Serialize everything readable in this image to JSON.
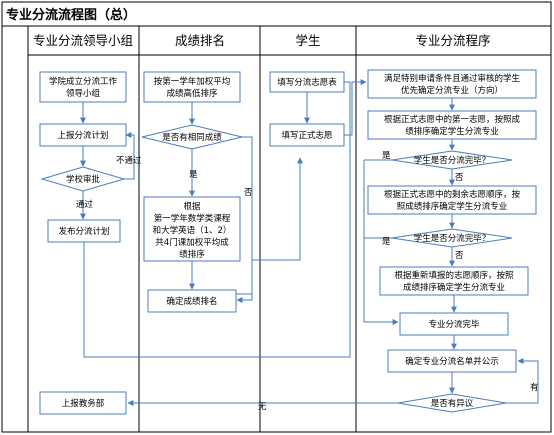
{
  "title": "专业分流流程图（总）",
  "lanes": [
    "专业分流领导小组",
    "成绩排名",
    "学生",
    "专业分流程序"
  ],
  "nodes": {
    "leader_group": [
      "学院成立分流工作",
      "领导小组"
    ],
    "submit_plan": "上报分流计划",
    "school_approve": "学校审批",
    "publish_plan": "发布分流计划",
    "report_office": "上报教务部",
    "rank_by_gpa": [
      "按第一学年加权平均",
      "成绩高低排序"
    ],
    "same_score": "是否有相同成绩",
    "tie_break": [
      "根据",
      "第一学年数学类课程",
      "和大学英语（1、2）",
      "共4门课加权平均成",
      "绩排序"
    ],
    "confirm_rank": "确定成绩排名",
    "fill_wish": "填写分流志愿表",
    "fill_formal": "填写正式志愿",
    "special_apply": [
      "满足特别申请条件且通过审核的学生",
      "优先确定分流专业（方向）"
    ],
    "first_wish": [
      "根据正式志愿中的第一志愿，按照成",
      "绩排序确定学生分流专业"
    ],
    "done_1": "学生是否分流完毕？",
    "remaining_wish": [
      "根据正式志愿中的剩余志愿顺序，按",
      "照成绩排序确定学生分流专业"
    ],
    "done_2": "学生是否分流完毕？",
    "refill_wish": [
      "根据重新填报的志愿顺序，按照",
      "成绩排序确定学生分流专业"
    ],
    "finish": "专业分流完毕",
    "publish_list": "确定专业分流名单并公示",
    "objection": "是否有异议"
  },
  "edge_labels": {
    "not_pass": "不通过",
    "pass": "通过",
    "yes_1": "是",
    "no_1": "否",
    "yes_2": "是",
    "no_2": "否",
    "yes_3": "是",
    "no_3": "否",
    "have": "有",
    "none": "无"
  },
  "colors": {
    "box_border": "#4a7ebb",
    "line": "#4a7ebb",
    "frame": "#000000",
    "diamond_fill": "#ffffff"
  }
}
